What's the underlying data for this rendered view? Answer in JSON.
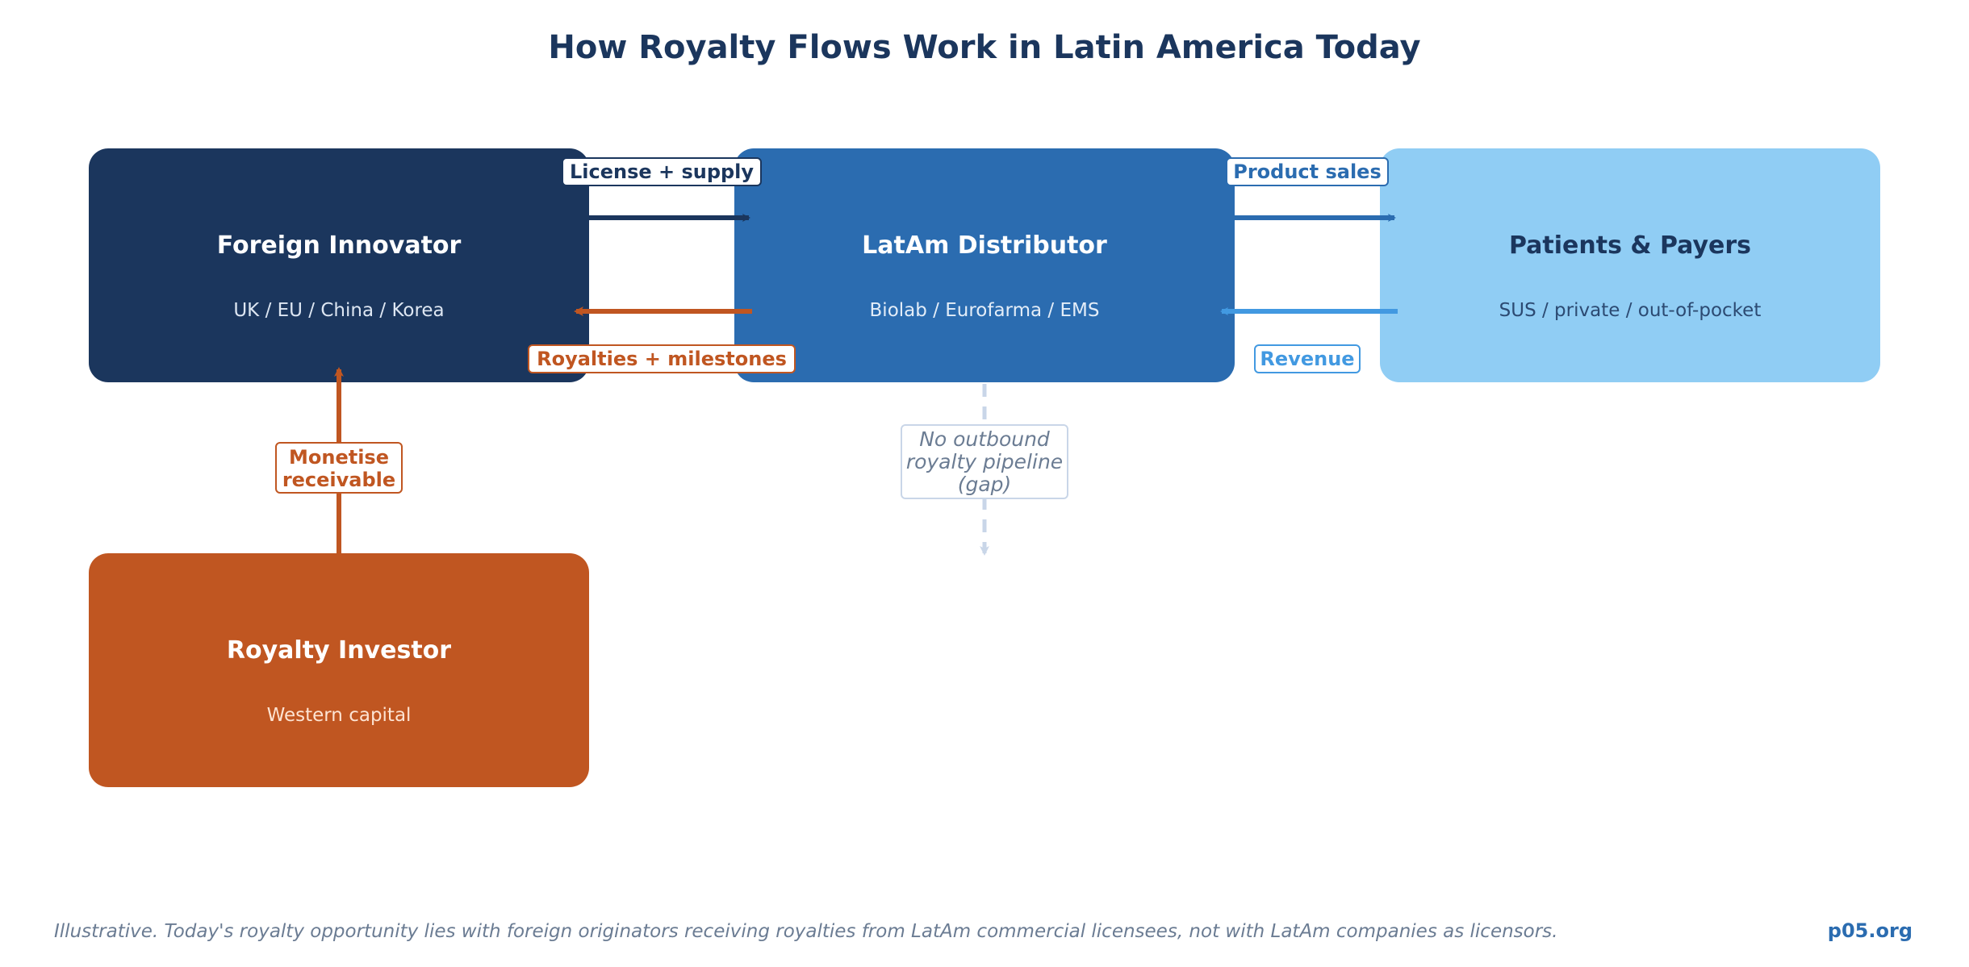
{
  "title": "How Royalty Flows Work in Latin America Today",
  "colors": {
    "navy": "#1b365d",
    "blue": "#2b6cb0",
    "light_blue": "#90cdf4",
    "orange": "#c05621",
    "sky": "#4299e1",
    "gray_text": "#6b7c93",
    "gap_line": "#c9d6e8"
  },
  "nodes": {
    "foreign_innovator": {
      "title": "Foreign Innovator",
      "subtitle": "UK / EU / China / Korea"
    },
    "latam_distributor": {
      "title": "LatAm Distributor",
      "subtitle": "Biolab / Eurofarma / EMS"
    },
    "patients_payers": {
      "title": "Patients & Payers",
      "subtitle": "SUS / private / out-of-pocket"
    },
    "royalty_investor": {
      "title": "Royalty Investor",
      "subtitle": "Western capital"
    }
  },
  "flows": {
    "license_supply": "License + supply",
    "product_sales": "Product sales",
    "royalties_milestones": "Royalties + milestones",
    "revenue": "Revenue",
    "monetise": {
      "line1": "Monetise",
      "line2": "receivable"
    },
    "gap": {
      "line1": "No outbound",
      "line2": "royalty pipeline",
      "line3": "(gap)"
    }
  },
  "footnote": "Illustrative. Today's royalty opportunity lies with foreign originators receiving royalties from LatAm commercial licensees, not with LatAm companies as licensors.",
  "brand": "p05.org"
}
